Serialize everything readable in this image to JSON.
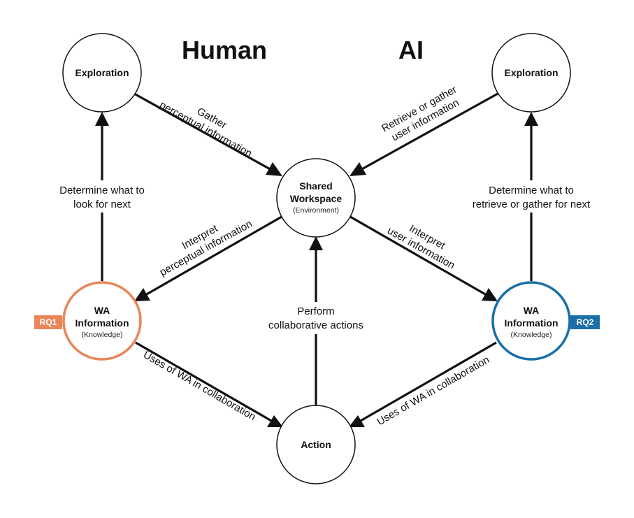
{
  "headings": {
    "human": "Human",
    "ai": "AI"
  },
  "colors": {
    "rq1": "#E8865A",
    "rq2": "#1A6FA8",
    "stroke": "#111111"
  },
  "nodes": {
    "exploration_human": {
      "title": "Exploration"
    },
    "exploration_ai": {
      "title": "Exploration"
    },
    "shared_workspace": {
      "title_line1": "Shared",
      "title_line2": "Workspace",
      "subtitle": "(Environment)"
    },
    "wa_human": {
      "title_line1": "WA",
      "title_line2": "Information",
      "subtitle": "(Knowledge)",
      "badge": "RQ1"
    },
    "wa_ai": {
      "title_line1": "WA",
      "title_line2": "Information",
      "subtitle": "(Knowledge)",
      "badge": "RQ2"
    },
    "action": {
      "title": "Action"
    }
  },
  "edge_labels": {
    "human_gather": [
      "Gather",
      "perceptual information"
    ],
    "ai_retrieve": [
      "Retrieve or gather",
      "user information"
    ],
    "human_determine": [
      "Determine what to",
      "look for next"
    ],
    "ai_determine": [
      "Determine what to",
      "retrieve or gather for next"
    ],
    "human_interpret": [
      "Interpret",
      "perceptual information"
    ],
    "ai_interpret": [
      "Interpret",
      "user information"
    ],
    "perform": [
      "Perform",
      "collaborative actions"
    ],
    "human_uses": "Uses of WA in collaboration",
    "ai_uses": "Uses of WA in collaboration"
  }
}
